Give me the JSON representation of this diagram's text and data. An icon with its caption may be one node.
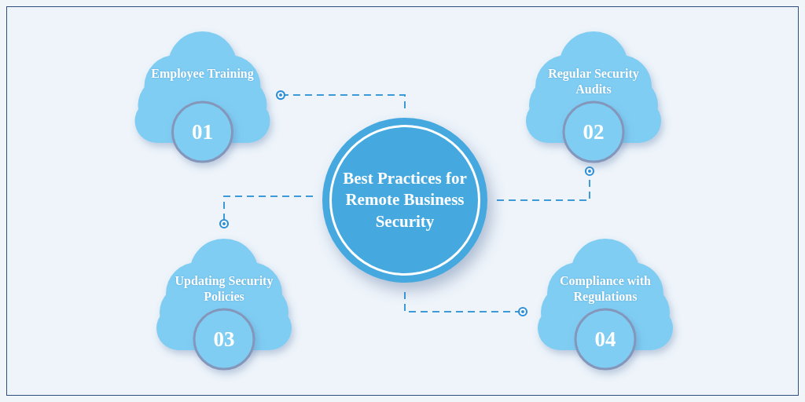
{
  "diagram": {
    "nodes": [
      {
        "text": [
          "Best Practices for Remote Business Security"
        ]
      },
      {
        "text": [
          "Employee Training",
          "01"
        ]
      },
      {
        "text": [
          "Regular Security Audits",
          "02"
        ]
      },
      {
        "text": [
          "Updating Security Policies",
          "03"
        ]
      },
      {
        "text": [
          "Compliance with Regulations",
          "04"
        ]
      }
    ],
    "edges": [
      {
        "from": 0,
        "to": 1,
        "arrow": "other",
        "style": "dashed"
      },
      {
        "from": 0,
        "to": 2,
        "arrow": "other",
        "style": "dashed"
      },
      {
        "from": 0,
        "to": 3,
        "arrow": "other",
        "style": "dashed"
      },
      {
        "from": 0,
        "to": 4,
        "arrow": "other",
        "style": "dashed"
      }
    ]
  }
}
